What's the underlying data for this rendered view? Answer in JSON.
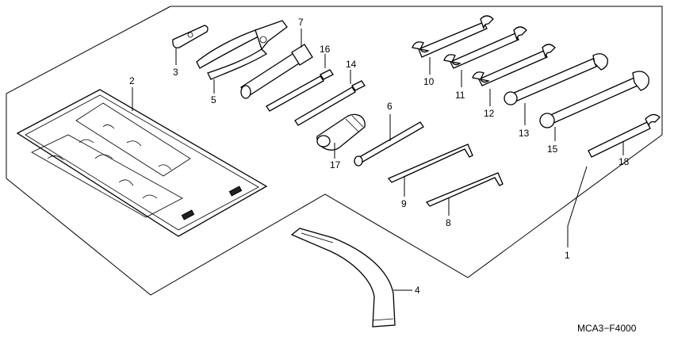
{
  "diagram": {
    "code": "MCA3−F4000",
    "callouts": [
      {
        "id": "p1",
        "label": "1"
      },
      {
        "id": "p2",
        "label": "2"
      },
      {
        "id": "p3",
        "label": "3"
      },
      {
        "id": "p4",
        "label": "4"
      },
      {
        "id": "p5",
        "label": "5"
      },
      {
        "id": "p6",
        "label": "6"
      },
      {
        "id": "p7",
        "label": "7"
      },
      {
        "id": "p8",
        "label": "8"
      },
      {
        "id": "p9",
        "label": "9"
      },
      {
        "id": "p10",
        "label": "10"
      },
      {
        "id": "p11",
        "label": "11"
      },
      {
        "id": "p12",
        "label": "12"
      },
      {
        "id": "p13",
        "label": "13"
      },
      {
        "id": "p14",
        "label": "14"
      },
      {
        "id": "p15",
        "label": "15"
      },
      {
        "id": "p16",
        "label": "16"
      },
      {
        "id": "p17",
        "label": "17"
      },
      {
        "id": "p18",
        "label": "18"
      }
    ]
  }
}
